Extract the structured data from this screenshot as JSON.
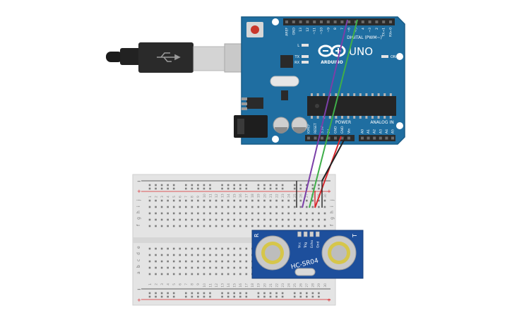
{
  "arduino": {
    "brand": "ARDUINO",
    "model": "UNO",
    "digital_label": "DIGITAL (PWM~)",
    "power_label": "POWER",
    "analog_label": "ANALOG IN",
    "on_label": "ON",
    "l_label": "L",
    "tx_label": "TX",
    "rx_label": "RX",
    "digital_pins": [
      "AREF",
      "GND",
      "13",
      "12",
      "~11",
      "~10",
      "~9",
      "8",
      "7",
      "~6",
      "~5",
      "4",
      "~3",
      "2",
      "TX→1",
      "RX←0"
    ],
    "power_pins": [
      "IOREF",
      "RESET",
      "3.3V",
      "5V",
      "GND",
      "GND",
      "Vin"
    ],
    "analog_pins": [
      "A0",
      "A1",
      "A2",
      "A3",
      "A4",
      "A5"
    ],
    "board_color": "#1f6ea1"
  },
  "sensor": {
    "model": "HC-SR04",
    "pins": [
      "Vcc",
      "Trig",
      "Echo",
      "Gnd"
    ],
    "left_mark": "R",
    "right_mark": "T",
    "board_color": "#1d4f9c"
  },
  "breadboard": {
    "row_letters_top": [
      "j",
      "i",
      "h",
      "g",
      "f"
    ],
    "row_letters_bottom": [
      "e",
      "d",
      "c",
      "b",
      "a"
    ],
    "column_numbers": [
      "1",
      "2",
      "3",
      "4",
      "5",
      "6",
      "7",
      "8",
      "9",
      "10",
      "11",
      "12",
      "13",
      "14",
      "15",
      "16",
      "17",
      "18",
      "19",
      "20",
      "21",
      "22",
      "23",
      "24",
      "25",
      "26",
      "27",
      "28",
      "29",
      "30"
    ],
    "plus": "+",
    "minus": "−"
  },
  "wires": {
    "colors": {
      "purple": "#7b3fa8",
      "green": "#3fae49",
      "black": "#222222",
      "red": "#d8282d"
    }
  }
}
